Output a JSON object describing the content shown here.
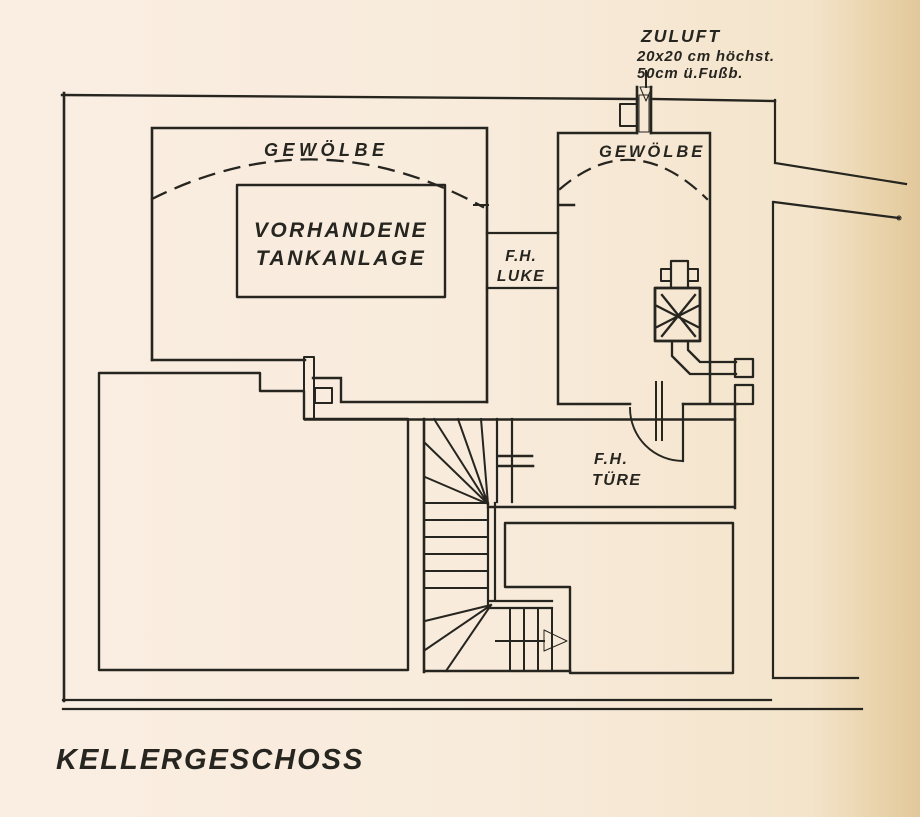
{
  "title": "KELLERGESCHOSS",
  "labels": {
    "zuluft": {
      "line1": "ZULUFT",
      "line2": "20x20 cm höchst.",
      "line3": "50cm ü.Fußb."
    },
    "vault_left": "GEWÖLBE",
    "vault_right": "GEWÖLBE",
    "tank_line1": "VORHANDENE",
    "tank_line2": "TANKANLAGE",
    "luke_line1": "F.H.",
    "luke_line2": "LUKE",
    "tuere_line1": "F.H.",
    "tuere_line2": "TÜRE"
  },
  "colors": {
    "ink": "#26251f",
    "ink_soft": "#35332a",
    "paper": "#f8ebdb",
    "paper_left": "#faeee3",
    "paper_right": "#e9d2a9",
    "paper_white": "#f9efe2",
    "duct_green": "#7fae7d",
    "boiler_blue": "#97b6d6",
    "boiler_cross": "#2f4f88",
    "chimney_tan": "#d5a47c"
  }
}
